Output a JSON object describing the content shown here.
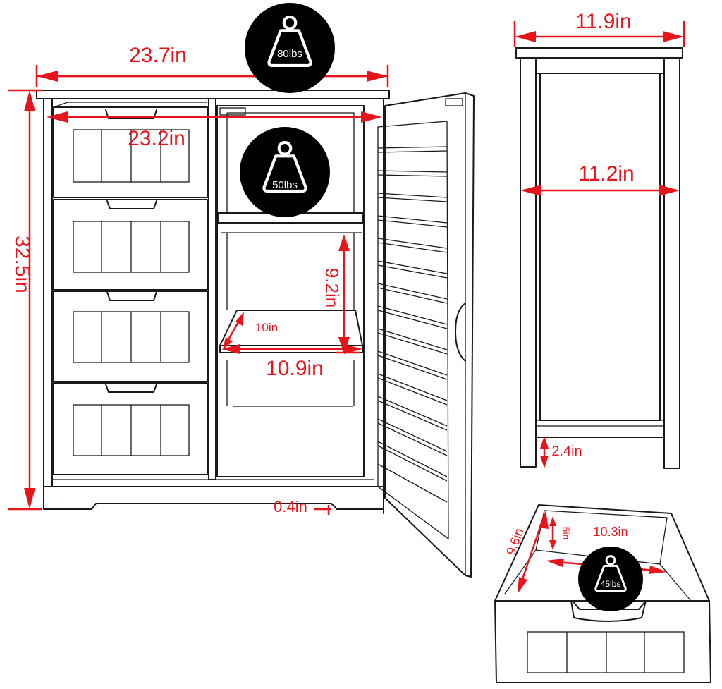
{
  "diagram": {
    "dimensions": {
      "overall_width": "23.7in",
      "inner_width": "23.2in",
      "height": "32.5in",
      "shelf_height": "9.2in",
      "shelf_depth": "10in",
      "shelf_width": "10.9in",
      "clearance": "0.4in",
      "side_depth": "11.9in",
      "side_inner_depth": "11.2in",
      "leg_height": "2.4in",
      "drawer_width": "10.3in",
      "drawer_depth": "9.6in",
      "drawer_height": "5in"
    },
    "weights": {
      "top": "80lbs",
      "shelf": "50lbs",
      "drawer": "45lbs"
    },
    "colors": {
      "dimension": "#e8141b",
      "outline": "#1a1a1a",
      "badge": "#000000"
    },
    "icons": {
      "weight": "weight-icon"
    }
  }
}
